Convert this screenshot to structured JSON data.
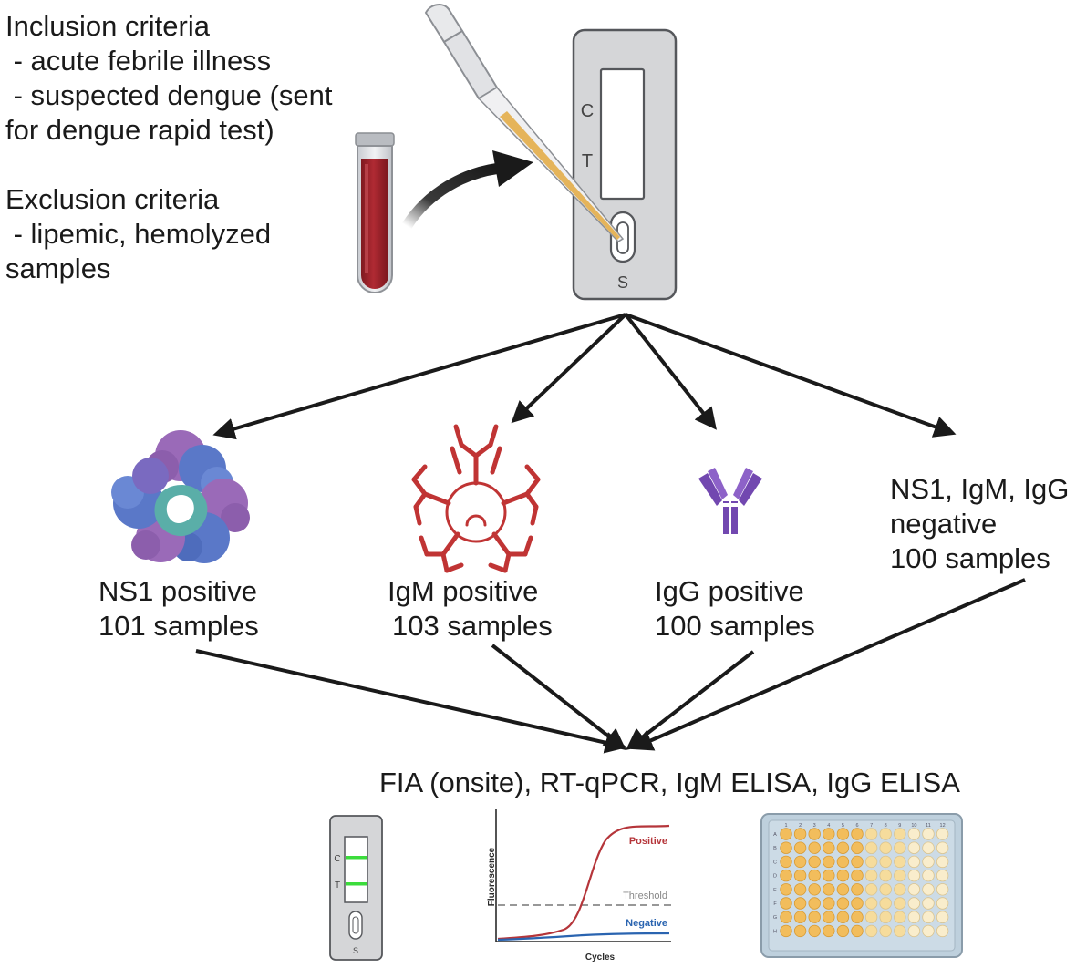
{
  "criteria": {
    "inclusion_title": "Inclusion criteria",
    "inclusion_items": [
      " - acute febrile illness",
      " - suspected dengue (sent",
      "for dengue rapid test)"
    ],
    "exclusion_title": "Exclusion criteria",
    "exclusion_items": [
      " - lipemic, hemolyzed",
      "samples"
    ]
  },
  "rapid_test": {
    "c_label": "C",
    "t_label": "T",
    "s_label": "S"
  },
  "groups": [
    {
      "line1": "NS1 positive",
      "line2": "101 samples"
    },
    {
      "line1": "IgM positive",
      "line2": "103 samples"
    },
    {
      "line1": "IgG positive",
      "line2": "100 samples"
    },
    {
      "line1": "NS1, IgM, IgG",
      "line2": "negative",
      "line3": "100 samples"
    }
  ],
  "methods": "FIA (onsite), RT-qPCR, IgM ELISA, IgG ELISA",
  "fia_cassette": {
    "c_label": "C",
    "t_label": "T",
    "s_label": "S"
  },
  "pcr_plot": {
    "xlabel": "Cycles",
    "ylabel": "Fluorescence",
    "positive_label": "Positive",
    "threshold_label": "Threshold",
    "negative_label": "Negative"
  },
  "plate": {
    "columns": [
      "1",
      "2",
      "3",
      "4",
      "5",
      "6",
      "7",
      "8",
      "9",
      "10",
      "11",
      "12"
    ],
    "rows": [
      "A",
      "B",
      "C",
      "D",
      "E",
      "F",
      "G",
      "H"
    ]
  },
  "colors": {
    "arrow": "#1a1a1a",
    "blood": "#a3242c",
    "pipette_liquid": "#e5b45a",
    "cassette": "#d5d6d8",
    "test_line": "#3bdc3b",
    "positive_curve": "#b5353a",
    "negative_curve": "#2a64b0",
    "ns1_purple": "#9a6ab8",
    "ns1_blue": "#5a78c8",
    "ns1_teal": "#5aaea8",
    "igm_red": "#c03434",
    "igg_purple": "#7248b0",
    "well_filled": "#f2bd5c",
    "well_empty": "#f9edcc"
  }
}
